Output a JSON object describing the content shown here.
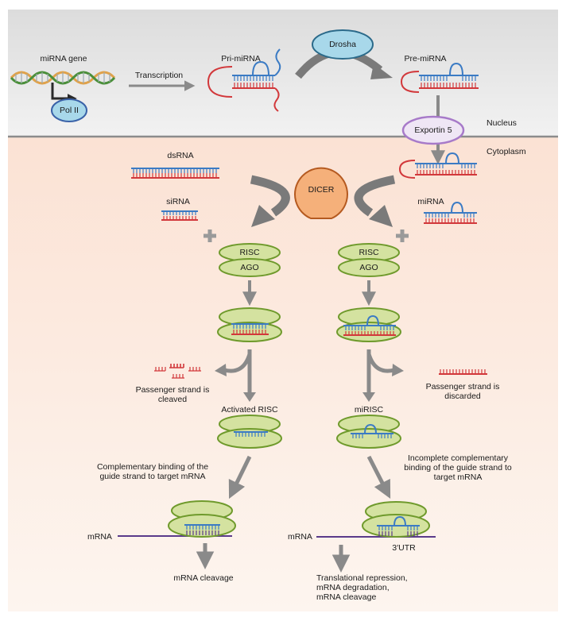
{
  "regions": {
    "nucleus": "Nucleus",
    "cytoplasm": "Cytoplasm"
  },
  "nucleus": {
    "gene": "miRNA gene",
    "pol": "Pol II",
    "transcription": "Transcription",
    "pri": "Pri-miRNA",
    "drosha": "Drosha",
    "pre": "Pre-miRNA",
    "exportin": "Exportin 5"
  },
  "cyto": {
    "dsrna": "dsRNA",
    "sirna": "siRNA",
    "mirna": "miRNA",
    "dicer": "DICER",
    "risc": "RISC",
    "ago": "AGO"
  },
  "left": {
    "passenger": "Passenger strand is\ncleaved",
    "activated": "Activated RISC",
    "binding": "Complementary binding of the\nguide strand to target mRNA",
    "mrna": "mRNA",
    "outcome": "mRNA cleavage"
  },
  "right": {
    "passenger": "Passenger strand is\ndiscarded",
    "mirisc": "miRISC",
    "binding": "Incomplete complementary\nbinding of the guide strand to\ntarget mRNA",
    "mrna": "mRNA",
    "utr": "3′UTR",
    "outcome": "Translational repression,\nmRNA degradation,\nmRNA cleavage"
  },
  "colors": {
    "nucleus_bg": "#e6e6e6",
    "cytoplasm_bg": "#fbe6dc",
    "guide_strand": "#3b7bc4",
    "passenger_strand": "#d2383b",
    "risc_fill": "#d4e2a0",
    "risc_stroke": "#6f9a2c",
    "dicer_fill": "#f5b07a",
    "exportin_stroke": "#a77ac9",
    "drosha_fill": "#a8d8ea",
    "mrna_line": "#5a3a8a"
  },
  "icons": [
    "dna-helix",
    "promoter-arrow",
    "hairpin",
    "duplex",
    "complex-ellipses",
    "pacman",
    "plus-sign"
  ]
}
